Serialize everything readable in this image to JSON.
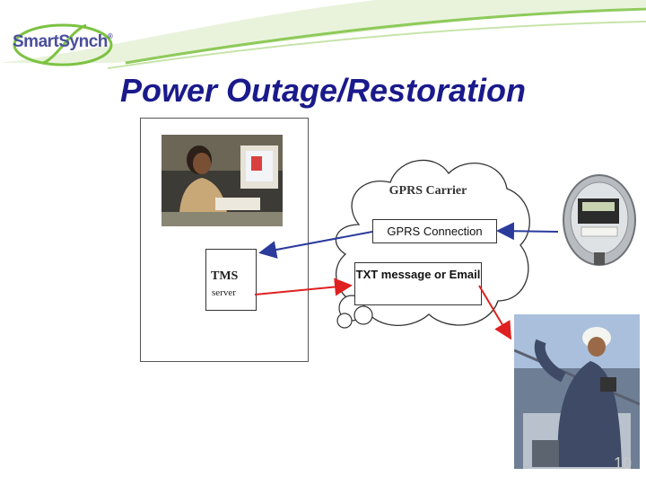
{
  "logo": {
    "text": "SmartSynch",
    "trademark": "®"
  },
  "slide": {
    "title": "Power Outage/Restoration",
    "page_number": "10"
  },
  "diagram": {
    "tms_label": "TMS",
    "server_label": "server",
    "cloud_label": "GPRS Carrier",
    "gprs_connection_label": "GPRS Connection",
    "txt_message_label": "TXT message or Email"
  },
  "colors": {
    "title": "#1a1a8c",
    "arrow_blue": "#2b3b9c",
    "arrow_red": "#e02020",
    "swoosh_green": "#7dc242"
  }
}
